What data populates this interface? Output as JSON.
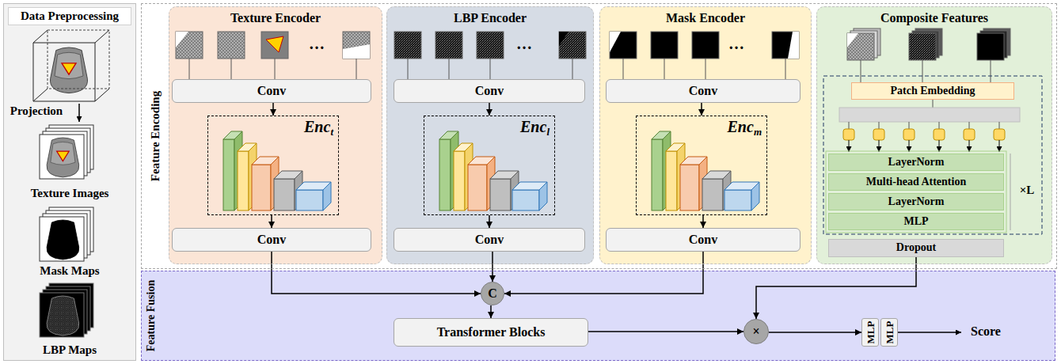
{
  "diagram": {
    "nodes": [
      {
        "text": [
          "Data Preprocessing"
        ]
      },
      {
        "text": [
          "Feature Encoding"
        ]
      },
      {
        "text": [
          "Texture Encoder"
        ],
        "in": 1
      },
      {
        "text": [
          "Conv"
        ],
        "in": 2
      },
      {
        "text": [
          "Enc",
          "t"
        ],
        "in": 2
      },
      {
        "text": [
          "Conv"
        ],
        "in": 2
      },
      {
        "text": [
          "LBP Encoder"
        ],
        "in": 1
      },
      {
        "text": [
          "Conv"
        ],
        "in": 6
      },
      {
        "text": [
          "Enc",
          "l"
        ],
        "in": 6
      },
      {
        "text": [
          "Conv"
        ],
        "in": 6
      },
      {
        "text": [
          "Mask Encoder"
        ],
        "in": 1
      },
      {
        "text": [
          "Conv"
        ],
        "in": 10
      },
      {
        "text": [
          "Enc",
          "m"
        ],
        "in": 10
      },
      {
        "text": [
          "Conv"
        ],
        "in": 10
      },
      {
        "text": [
          "Composite Features"
        ],
        "in": 1
      },
      {
        "text": [
          "Patch Embedding"
        ],
        "in": 14
      },
      {
        "text": [
          "LayerNorm"
        ],
        "in": 14
      },
      {
        "text": [
          "Multi-head Attention"
        ],
        "in": 14
      },
      {
        "text": [
          "LayerNorm"
        ],
        "in": 14
      },
      {
        "text": [
          "MLP"
        ],
        "in": 14
      },
      {
        "text": [
          "Dropout"
        ],
        "in": 14
      },
      {
        "text": [
          "Feature Fusion"
        ]
      },
      {
        "text": [
          "C"
        ],
        "in": 21
      },
      {
        "text": [
          "Transformer Blocks"
        ],
        "in": 21
      },
      {
        "text": [
          "×"
        ],
        "in": 21
      },
      {
        "text": [
          "MLP"
        ],
        "in": 21
      },
      {
        "text": [
          "MLP"
        ],
        "in": 21
      }
    ],
    "edges": [
      {
        "from": 3,
        "to": 4,
        "arrow": "to"
      },
      {
        "from": 4,
        "to": 5,
        "arrow": "to"
      },
      {
        "from": 7,
        "to": 8,
        "arrow": "to"
      },
      {
        "from": 8,
        "to": 9,
        "arrow": "to"
      },
      {
        "from": 11,
        "to": 12,
        "arrow": "to"
      },
      {
        "from": 12,
        "to": 13,
        "arrow": "to"
      },
      {
        "from": 5,
        "to": 22,
        "arrow": "to"
      },
      {
        "from": 9,
        "to": 22,
        "arrow": "to"
      },
      {
        "from": 13,
        "to": 22,
        "arrow": "to"
      },
      {
        "from": 22,
        "to": 23,
        "arrow": "to"
      },
      {
        "from": 23,
        "to": 24,
        "arrow": "to"
      },
      {
        "from": 20,
        "to": 24,
        "arrow": "to"
      },
      {
        "from": 24,
        "to": 25,
        "arrow": "to"
      }
    ],
    "labels": [
      "Projection",
      "Texture Images",
      "Mask Maps",
      "LBP Maps",
      "…",
      "…",
      "…",
      "×L",
      "Score"
    ]
  }
}
